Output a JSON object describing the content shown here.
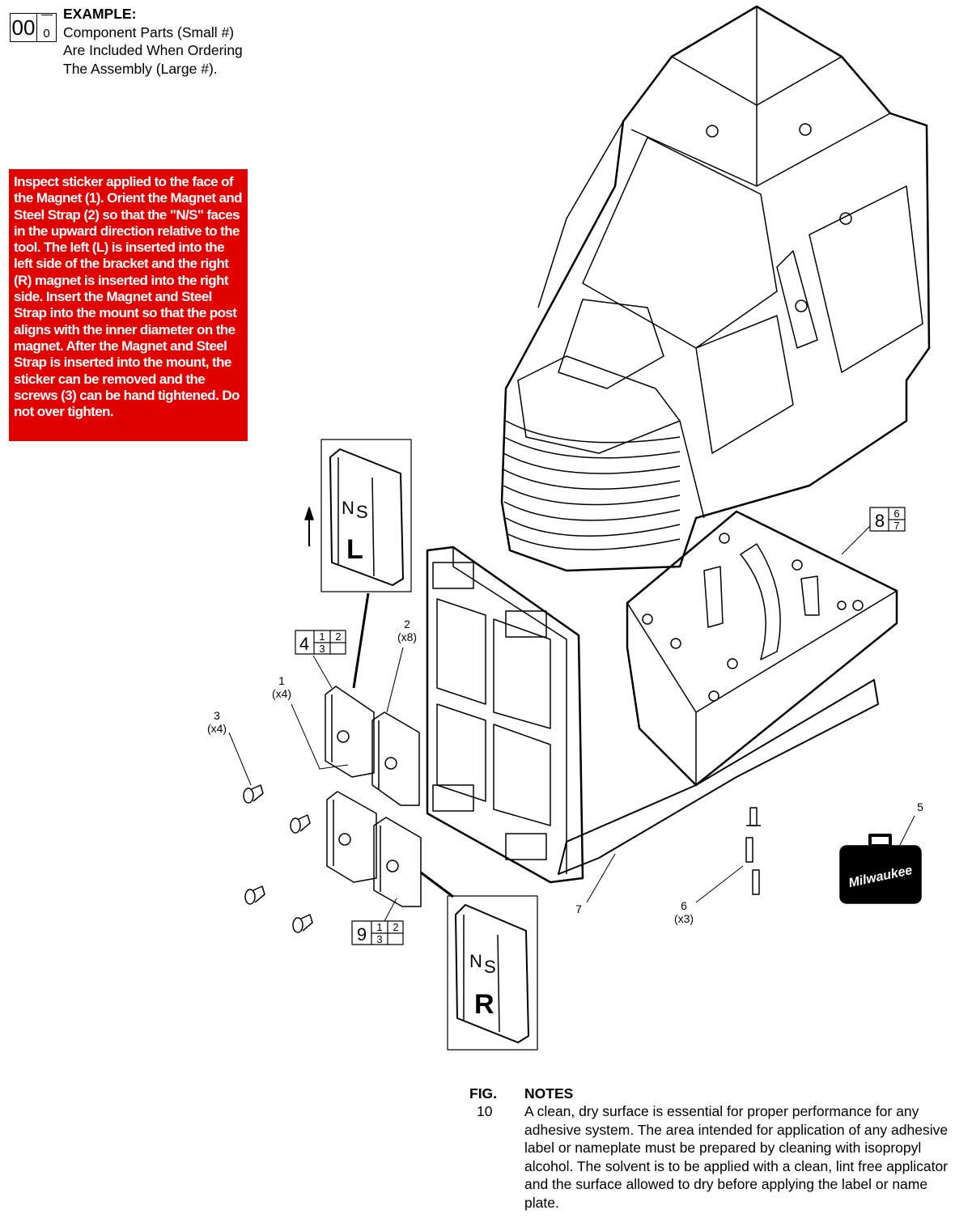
{
  "legend": {
    "big_number": "00",
    "small_number": "0",
    "title": "EXAMPLE:",
    "lines": [
      "Component Parts (Small #)",
      "Are Included When Ordering",
      "The Assembly (Large #)."
    ]
  },
  "warning_note": "Inspect sticker applied to the face of the Magnet (1).  Orient the Magnet and Steel Strap (2) so that the \"N/S\" faces in the upward direction relative to the tool. The left (L) is inserted into the left side of the bracket and the right (R) magnet is inserted into the right side. Insert the Magnet and Steel Strap into the mount so that the post aligns with the inner diameter on the magnet. After the Magnet and Steel Strap is inserted into the mount, the sticker can be removed and the screws (3) can be hand tightened. Do not over tighten.",
  "warning_color": "#e00000",
  "callouts": {
    "p1": {
      "num": "1",
      "qty": "(x4)"
    },
    "p2": {
      "num": "2",
      "qty": "(x8)"
    },
    "p3": {
      "num": "3",
      "qty": "(x4)"
    },
    "p5": {
      "num": "5"
    },
    "p6": {
      "num": "6",
      "qty": "(x3)"
    },
    "p7": {
      "num": "7"
    }
  },
  "assemblies": {
    "a4": {
      "big": "4",
      "subs": [
        "1",
        "2",
        "3"
      ]
    },
    "a9": {
      "big": "9",
      "subs": [
        "1",
        "2",
        "3"
      ]
    },
    "a8": {
      "big": "8",
      "subs": [
        "6",
        "7"
      ]
    }
  },
  "insets": {
    "left": {
      "pole_n": "N",
      "pole_s": "S",
      "side": "L"
    },
    "right": {
      "pole_n": "N",
      "pole_s": "S",
      "side": "R"
    }
  },
  "case_logo": "Milwaukee",
  "notes": {
    "fig_label": "FIG.",
    "fig_number": "10",
    "title": "NOTES",
    "body": "A clean, dry surface is essential for proper performance for any adhesive system. The area intended for application of any adhesive label or nameplate must be prepared by cleaning with isopropyl alcohol. The solvent is to be applied with a clean, lint free applicator and the surface allowed to dry before applying the label or name plate."
  }
}
